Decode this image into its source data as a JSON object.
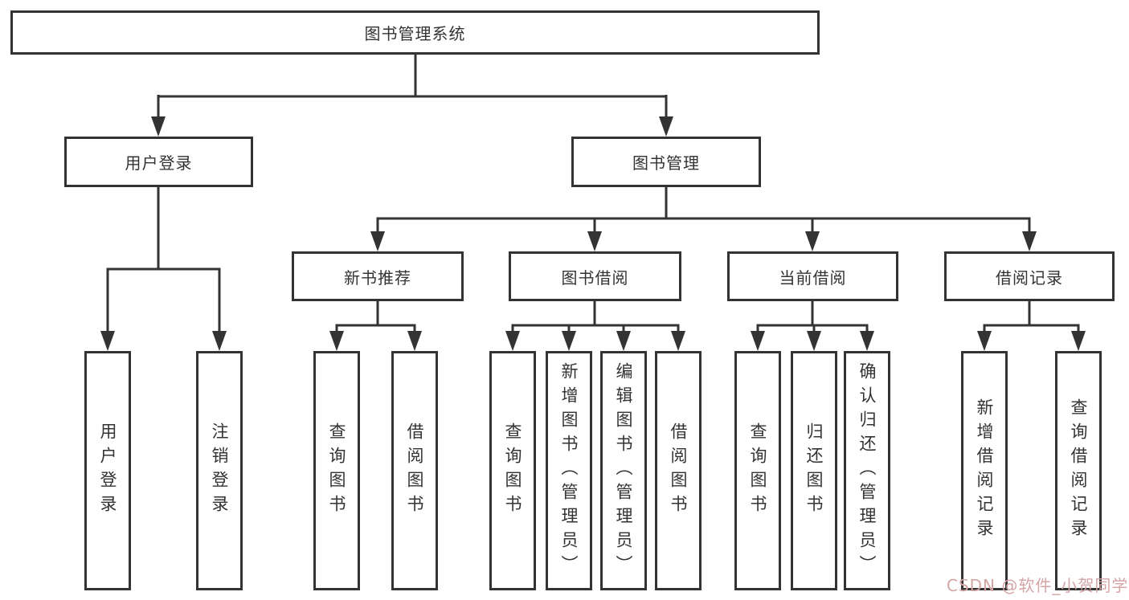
{
  "diagram": {
    "root": {
      "label": "图书管理系统",
      "children": [
        {
          "label": "用户登录",
          "children": [
            {
              "label": "用户登录"
            },
            {
              "label": "注销登录"
            }
          ]
        },
        {
          "label": "图书管理",
          "children": [
            {
              "label": "新书推荐",
              "children": [
                {
                  "label": "查询图书"
                },
                {
                  "label": "借阅图书"
                }
              ]
            },
            {
              "label": "图书借阅",
              "children": [
                {
                  "label": "查询图书"
                },
                {
                  "label": "新增图书（管理员）"
                },
                {
                  "label": "编辑图书（管理员）"
                },
                {
                  "label": "借阅图书"
                }
              ]
            },
            {
              "label": "当前借阅",
              "children": [
                {
                  "label": "查询图书"
                },
                {
                  "label": "归还图书"
                },
                {
                  "label": "确认归还（管理员）"
                }
              ]
            },
            {
              "label": "借阅记录",
              "children": [
                {
                  "label": "新增借阅记录"
                },
                {
                  "label": "查询借阅记录"
                }
              ]
            }
          ]
        }
      ]
    }
  },
  "watermark": {
    "text": "CSDN @软件_小贺同学",
    "color": "#d4a5a5"
  },
  "colors": {
    "line": "#333333",
    "text": "#333333",
    "background": "#ffffff"
  }
}
